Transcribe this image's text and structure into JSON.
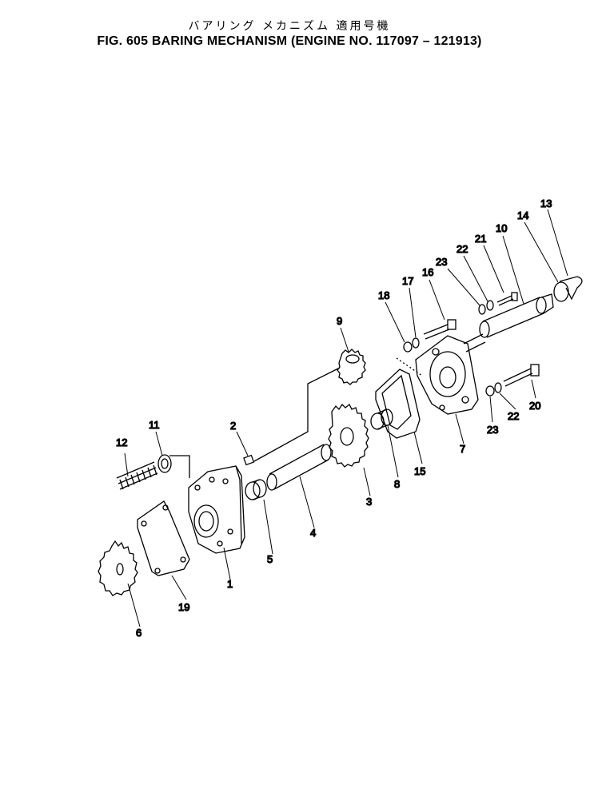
{
  "header": {
    "title_jp": "バアリング メカニズム 適用号機",
    "title_en": "FIG. 605  BARING MECHANISM (ENGINE NO. 117097 – 121913)"
  },
  "callouts": {
    "c1": "1",
    "c2": "2",
    "c3": "3",
    "c4": "4",
    "c5": "5",
    "c6": "6",
    "c7": "7",
    "c8": "8",
    "c9": "9",
    "c10": "10",
    "c11": "11",
    "c12": "12",
    "c13": "13",
    "c14": "14",
    "c15": "15",
    "c16": "16",
    "c17": "17",
    "c18": "18",
    "c19": "19",
    "c20": "20",
    "c21": "21",
    "c22a": "22",
    "c22b": "22",
    "c23a": "23",
    "c23b": "23"
  }
}
